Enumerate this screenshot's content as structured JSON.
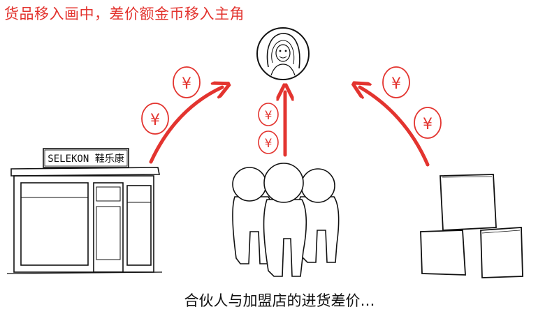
{
  "scene": {
    "top_caption": "货品移入画中，差价额金币移入主角",
    "bottom_caption": "合伙人与加盟店的进货差价…",
    "store_sign": "SELEKON 鞋乐康",
    "coin_symbol": "¥"
  },
  "colors": {
    "accent": "#e3342f",
    "ink": "#111111",
    "background": "#ffffff"
  }
}
